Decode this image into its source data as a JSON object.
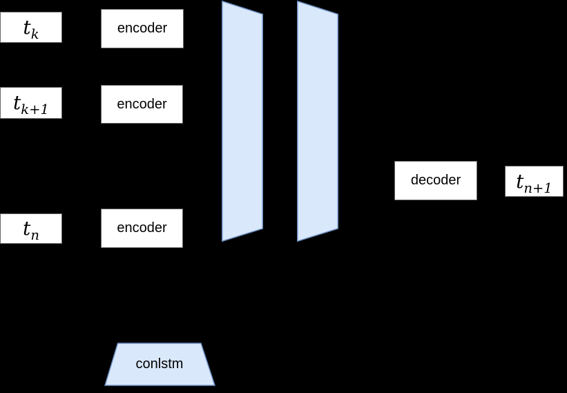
{
  "diagram": {
    "background_color": "#000000",
    "colors": {
      "box_fill": "#ffffff",
      "box_border": "#666666",
      "plane_fill": "#dae8fc",
      "plane_stroke": "#6c8ebf",
      "text": "#000000"
    },
    "nodes": {
      "tk": {
        "base": "t",
        "sub": "k"
      },
      "tk1": {
        "base": "t",
        "sub": "k+1"
      },
      "tn": {
        "base": "t",
        "sub": "n"
      },
      "tn1": {
        "base": "t",
        "sub": "n+1"
      },
      "encoder1": {
        "label": "encoder"
      },
      "encoder2": {
        "label": "encoder"
      },
      "encoder3": {
        "label": "encoder"
      },
      "decoder": {
        "label": "decoder"
      },
      "conlstm": {
        "label": "conlstm"
      }
    }
  }
}
